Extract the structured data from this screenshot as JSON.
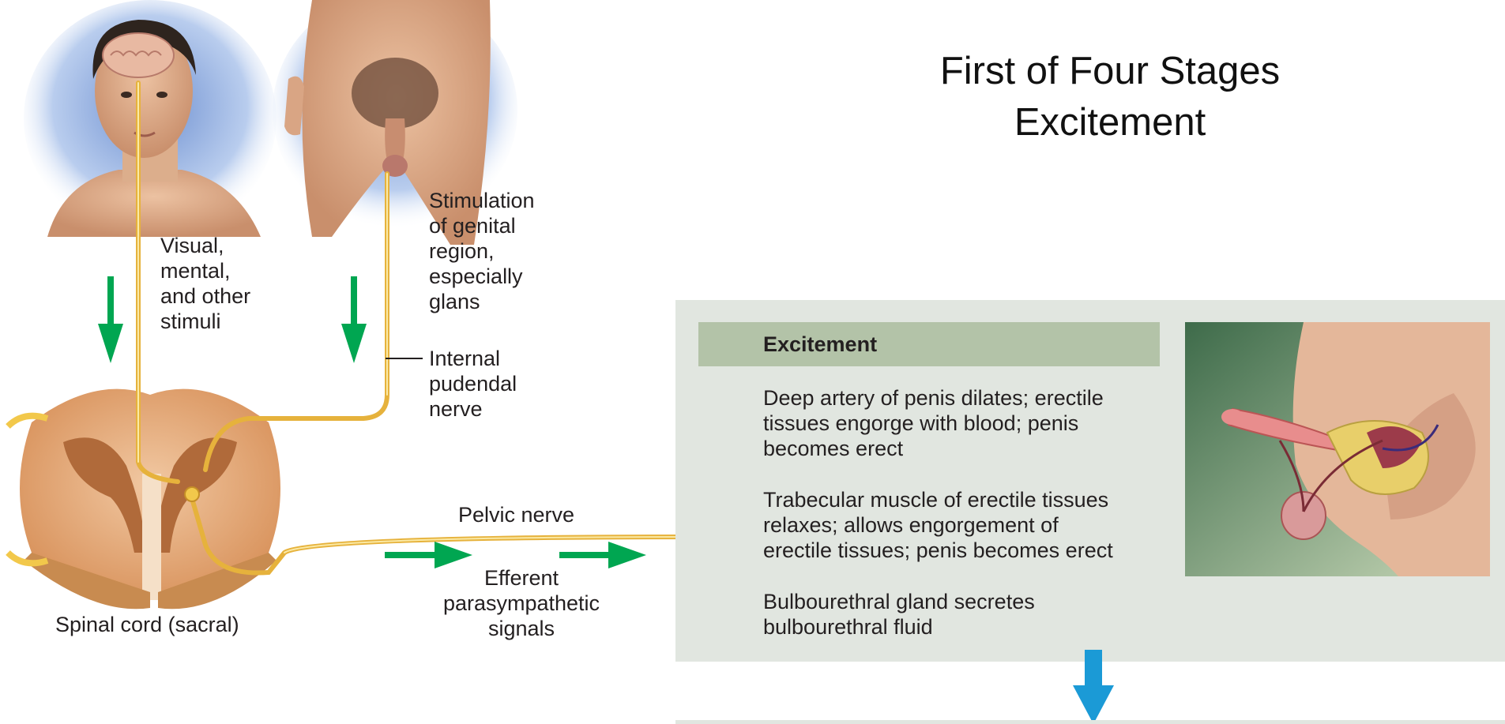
{
  "title": {
    "line1": "First of Four Stages",
    "line2": "Excitement"
  },
  "labels": {
    "visual_stimuli": "Visual,\nmental,\nand other\nstimuli",
    "genital_stimulation": "Stimulation\nof genital\nregion,\nespecially\nglans",
    "internal_pudendal": "Internal\npudendal\nnerve",
    "spinal_cord": "Spinal cord (sacral)",
    "pelvic_nerve": "Pelvic nerve",
    "efferent": "Efferent\nparasympathetic\nsignals"
  },
  "panel": {
    "header": "Excitement",
    "items": [
      "Deep artery of penis dilates; erectile\ntissues engorge with blood; penis\nbecomes erect",
      "Trabecular muscle of erectile tissues\nrelaxes; allows engorgement of\nerectile tissues; penis becomes erect",
      "Bulbourethral gland secretes\nbulbourethral fluid"
    ]
  },
  "colors": {
    "arrow_green": "#00a651",
    "arrow_blue": "#1b9ad6",
    "nerve_yellow": "#f2c84b",
    "panel_bg": "#e1e6e0",
    "header_bg": "#b3c3a8"
  },
  "icons": {
    "head": "head-illustration",
    "pelvis": "pelvis-illustration",
    "spinal_cord": "spinal-cord-cross-section",
    "anatomy": "male-reproductive-anatomy-illustration"
  }
}
